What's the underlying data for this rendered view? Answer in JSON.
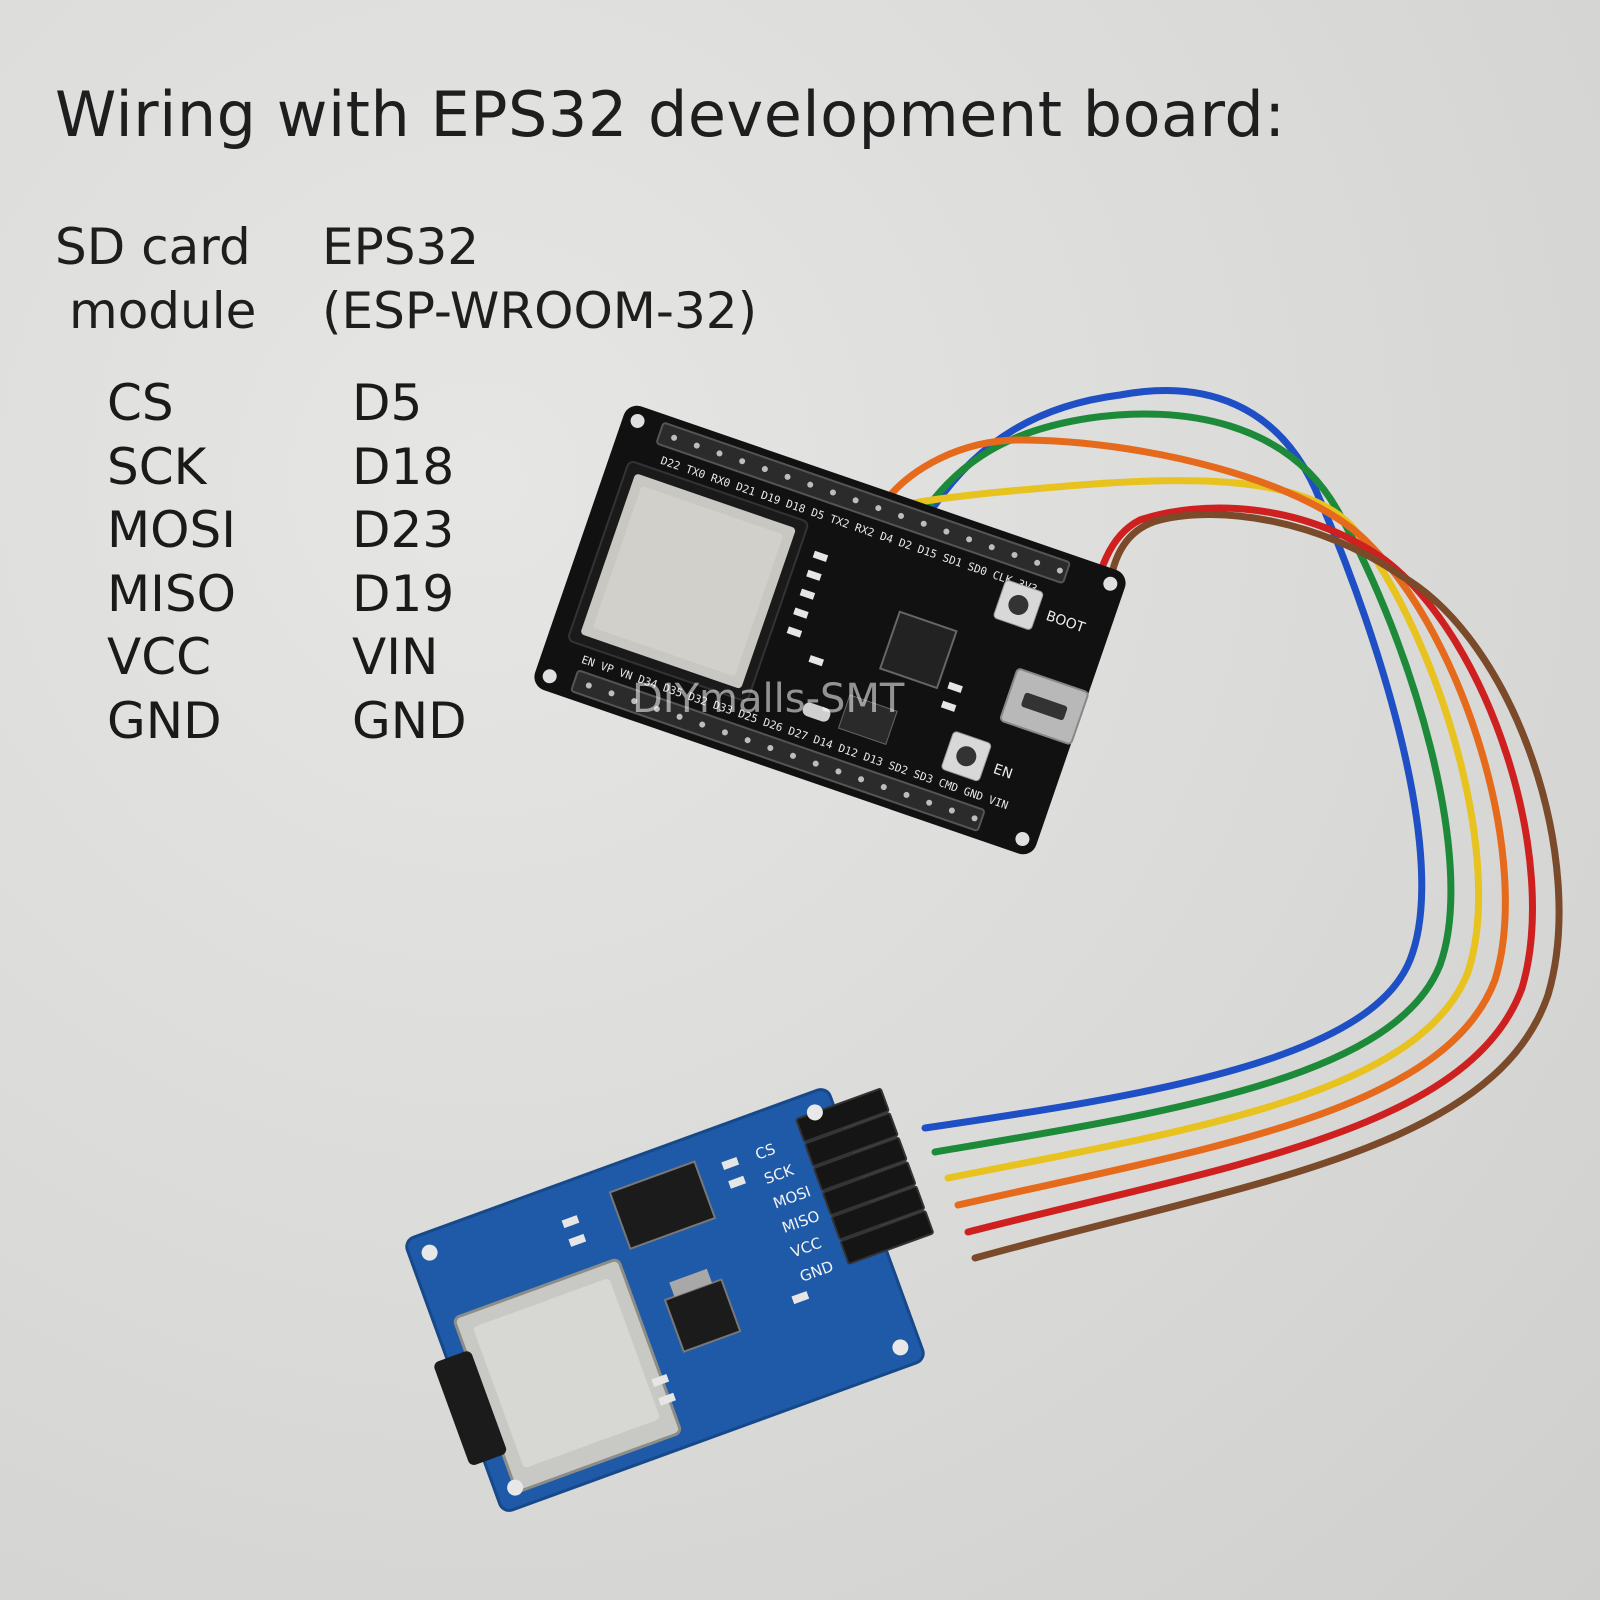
{
  "title": "Wiring with EPS32 development board:",
  "table": {
    "col_left_header": [
      "SD card",
      "module"
    ],
    "col_right_header": [
      "EPS32",
      "(ESP-WROOM-32)"
    ],
    "rows": [
      {
        "sd": "CS",
        "esp": "D5"
      },
      {
        "sd": "SCK",
        "esp": "D18"
      },
      {
        "sd": "MOSI",
        "esp": "D23"
      },
      {
        "sd": "MISO",
        "esp": "D19"
      },
      {
        "sd": "VCC",
        "esp": "VIN"
      },
      {
        "sd": "GND",
        "esp": "GND"
      }
    ]
  },
  "watermark": "DIYmalls-SMT",
  "esp_board": {
    "buttons": [
      "BOOT",
      "EN"
    ],
    "pin_labels_top": "D22 TX0 RX0 D21 D19 D18 D5 TX2 RX2 D4 D2 D15 SD1 SD0 CLK 3V3",
    "pin_labels_bottom": "EN VP VN D34 D35 D32 D33 D25 D26 D27 D14 D12 D13 SD2 SD3 CMD GND VIN"
  },
  "sd_module": {
    "pins": [
      "CS",
      "SCK",
      "MOSI",
      "MISO",
      "VCC",
      "GND"
    ]
  },
  "colors": {
    "wire_blue": "#1f4fc4",
    "wire_green": "#1d8a3a",
    "wire_yellow": "#e8c21e",
    "wire_orange": "#e56a1c",
    "wire_red": "#cf2020",
    "wire_brown": "#7a4a2a",
    "esp_pcb": "#111111",
    "sd_pcb": "#1e5aa8"
  }
}
